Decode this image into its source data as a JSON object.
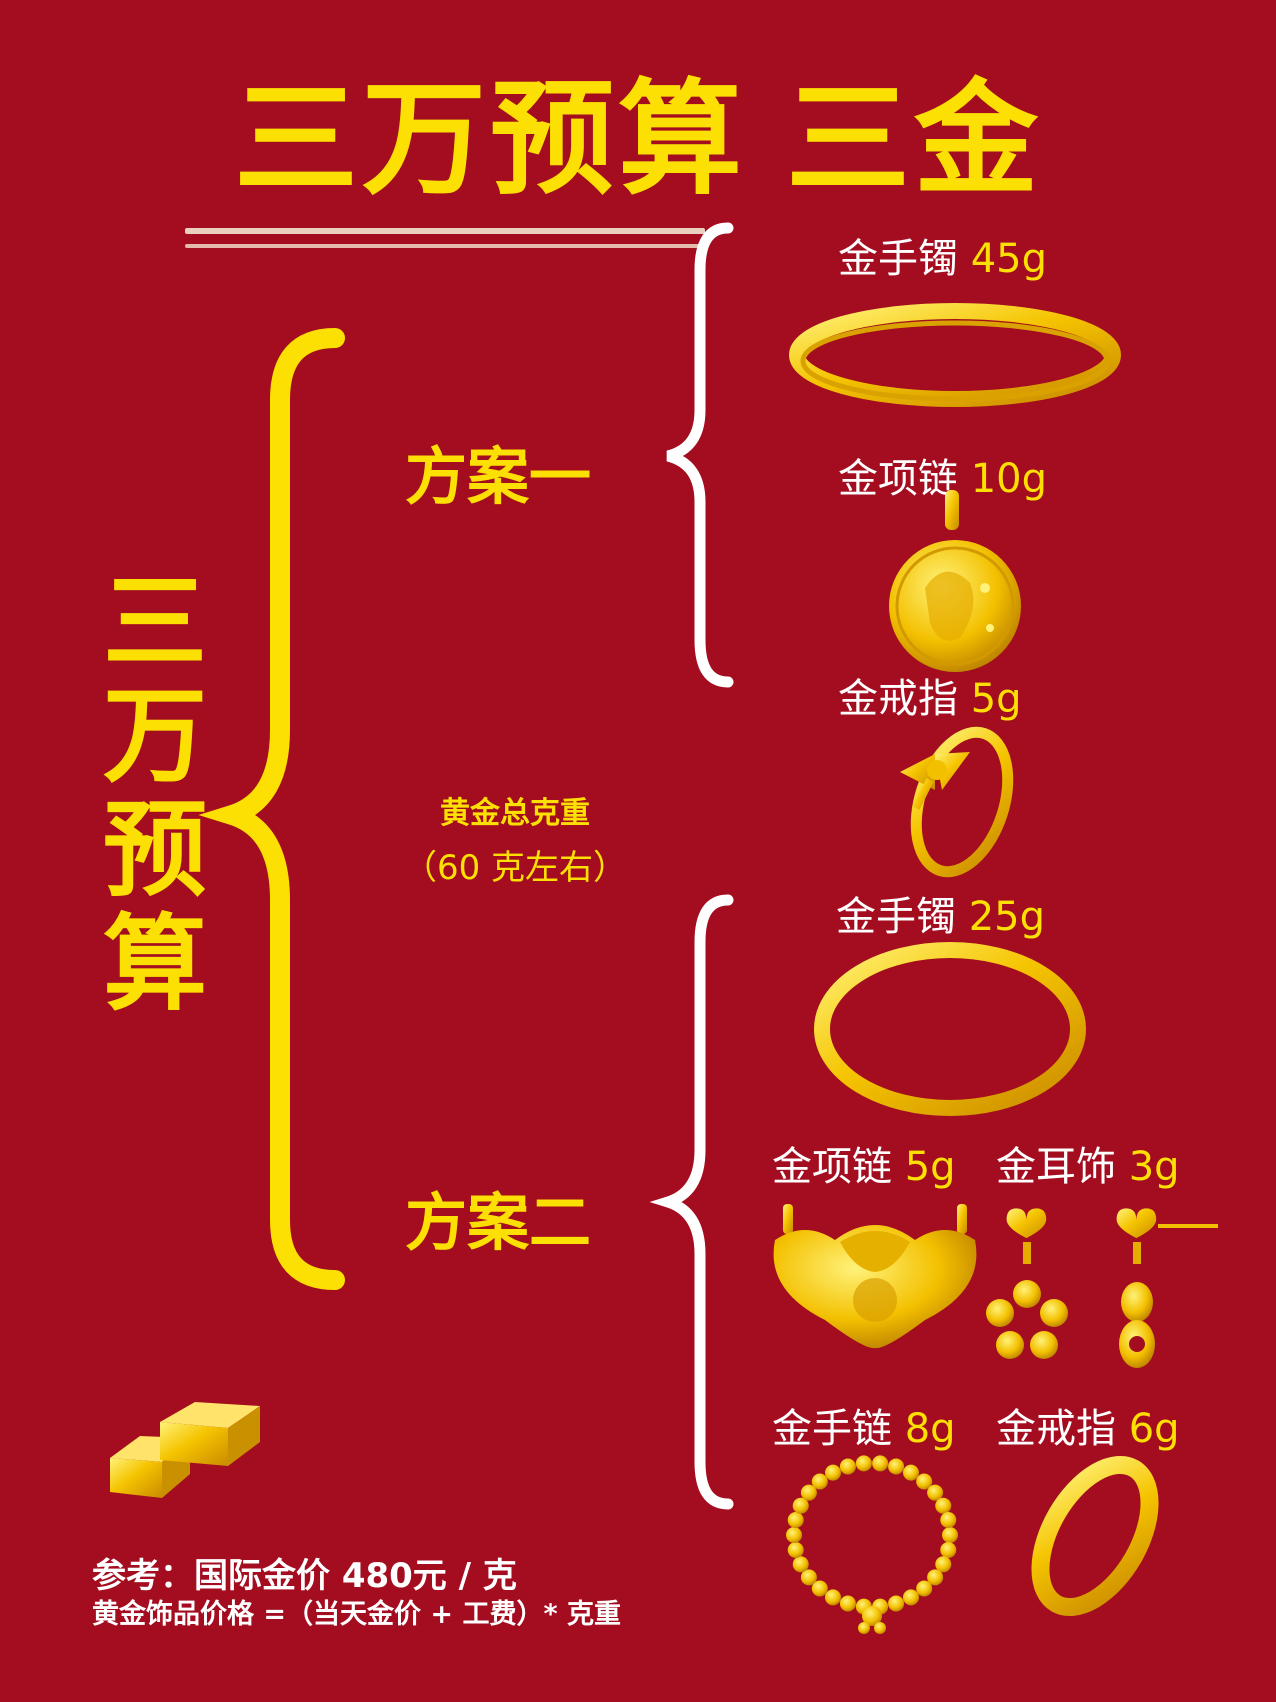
{
  "title": {
    "part1": "三万预算",
    "part2": "三金"
  },
  "side_title": [
    "三",
    "万",
    "预",
    "算"
  ],
  "plans": [
    {
      "label": "方案一"
    },
    {
      "label": "方案二"
    }
  ],
  "total": {
    "line1": "黄金总克重",
    "line2": "（60 克左右）"
  },
  "items": [
    {
      "name": "金手镯",
      "weight": "45g",
      "icon": "bangle-icon"
    },
    {
      "name": "金项链",
      "weight": "10g",
      "icon": "coin-pendant-icon"
    },
    {
      "name": "金戒指",
      "weight": "5g",
      "icon": "bow-ring-icon"
    },
    {
      "name": "金手镯",
      "weight": "25g",
      "icon": "round-bangle-icon"
    },
    {
      "name": "金项链",
      "weight": "5g",
      "icon": "lock-pendant-icon"
    },
    {
      "name": "金耳饰",
      "weight": "3g",
      "icon": "heart-earring-icon"
    },
    {
      "name": "金手链",
      "weight": "8g",
      "icon": "bead-bracelet-icon"
    },
    {
      "name": "金戒指",
      "weight": "6g",
      "icon": "plain-ring-icon"
    }
  ],
  "reference": {
    "line1": "参考：国际金价 480元 / 克",
    "line2": "黄金饰品价格 =（当天金价 + 工费）* 克重"
  },
  "colors": {
    "background": "#a30d1f",
    "gold": "#fde003",
    "white": "#ffffff"
  }
}
